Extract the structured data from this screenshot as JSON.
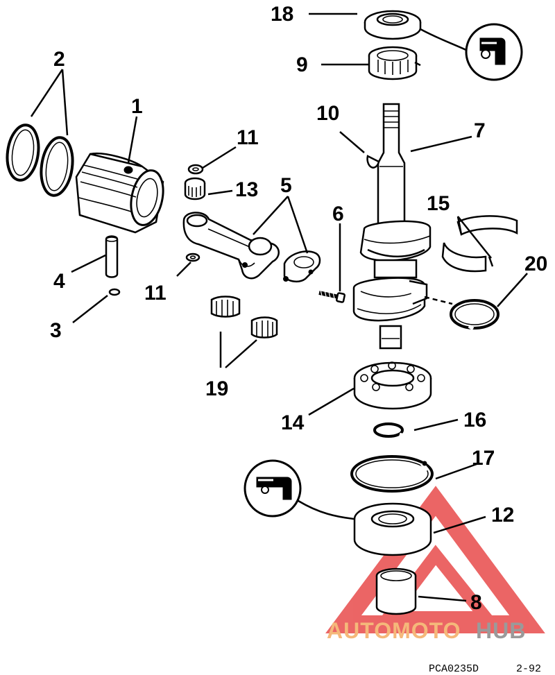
{
  "callouts": [
    {
      "id": "18",
      "label": "18"
    },
    {
      "id": "9",
      "label": "9"
    },
    {
      "id": "2",
      "label": "2"
    },
    {
      "id": "1",
      "label": "1"
    },
    {
      "id": "10",
      "label": "10"
    },
    {
      "id": "7",
      "label": "7"
    },
    {
      "id": "11a",
      "label": "11"
    },
    {
      "id": "13",
      "label": "13"
    },
    {
      "id": "5",
      "label": "5"
    },
    {
      "id": "15",
      "label": "15"
    },
    {
      "id": "6",
      "label": "6"
    },
    {
      "id": "20",
      "label": "20"
    },
    {
      "id": "4",
      "label": "4"
    },
    {
      "id": "11b",
      "label": "11"
    },
    {
      "id": "3",
      "label": "3"
    },
    {
      "id": "19",
      "label": "19"
    },
    {
      "id": "14",
      "label": "14"
    },
    {
      "id": "16",
      "label": "16"
    },
    {
      "id": "17",
      "label": "17"
    },
    {
      "id": "12",
      "label": "12"
    },
    {
      "id": "8",
      "label": "8"
    }
  ],
  "footer": {
    "code": "PCA0235D",
    "date": "2-92"
  },
  "watermark": {
    "part1": "AUTOMOTO",
    "part2": "HUB",
    "color_part1": "#f5b87a",
    "color_part2": "#9a9a9a",
    "triangle_color": "#e84b4b"
  }
}
